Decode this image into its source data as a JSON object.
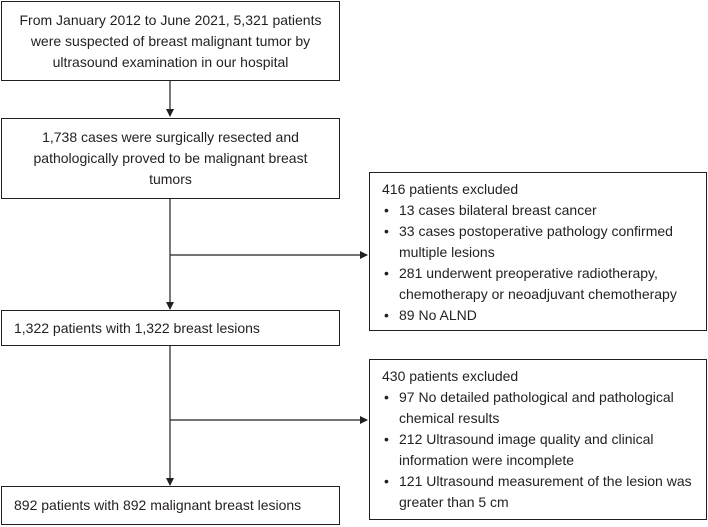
{
  "boxes": {
    "start": "From January 2012 to June 2021, 5,321 patients were suspected of breast malignant tumor by ultrasound examination in our hospital",
    "resected": "1,738 cases were surgically resected and pathologically proved to be malignant breast tumors",
    "lesions": "1,322 patients with 1,322 breast lesions",
    "final": "892 patients with 892 malignant breast lesions"
  },
  "exclusion1": {
    "title": "416 patients excluded",
    "items": [
      "13 cases bilateral breast cancer",
      "33 cases postoperative pathology confirmed multiple lesions",
      "281 underwent preoperative radiotherapy, chemotherapy or neoadjuvant chemotherapy",
      "89 No ALND"
    ]
  },
  "exclusion2": {
    "title": "430 patients excluded",
    "items": [
      "97 No detailed pathological and pathological chemical results",
      "212 Ultrasound image quality and clinical information were incomplete",
      "121 Ultrasound measurement of the lesion was greater than 5 cm"
    ]
  },
  "bullet_glyph": "•"
}
